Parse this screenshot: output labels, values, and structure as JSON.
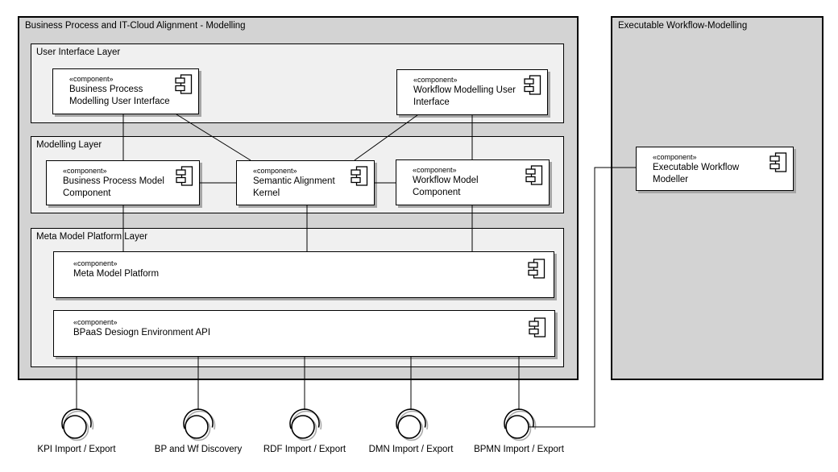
{
  "main_container": {
    "title": "Business Process and IT-Cloud Alignment - Modelling"
  },
  "right_container": {
    "title": "Executable Workflow-Modelling"
  },
  "layers": {
    "ui": {
      "title": "User Interface Layer"
    },
    "modelling": {
      "title": "Modelling Layer"
    },
    "meta": {
      "title": "Meta Model Platform Layer"
    }
  },
  "stereotype": "«component»",
  "components": {
    "bp_ui": {
      "name": "Business Process\nModelling User Interface"
    },
    "wf_ui": {
      "name": "Workflow Modelling User\nInterface"
    },
    "bp_model": {
      "name": "Business Process Model\nComponent"
    },
    "kernel": {
      "name": "Semantic Alignment\nKernel"
    },
    "wf_model": {
      "name": "Workflow Model\nComponent"
    },
    "meta_platform": {
      "name": "Meta Model Platform"
    },
    "bpaas_api": {
      "name": "BPaaS Desiogn Environment API"
    },
    "exec_wf": {
      "name": "Executable Workflow\nModeller"
    }
  },
  "interfaces": {
    "kpi": {
      "label": "KPI Import / Export"
    },
    "bp_wf": {
      "label": "BP and Wf Discovery"
    },
    "rdf": {
      "label": "RDF Import / Export"
    },
    "dmn": {
      "label": "DMN Import / Export"
    },
    "bpmn": {
      "label": "BPMN Import / Export"
    }
  },
  "colors": {
    "container_fill": "#d3d3d3",
    "layer_fill": "#f0f0f0",
    "component_fill": "#ffffff",
    "border": "#000000",
    "shadow": "#a6a6a6"
  }
}
